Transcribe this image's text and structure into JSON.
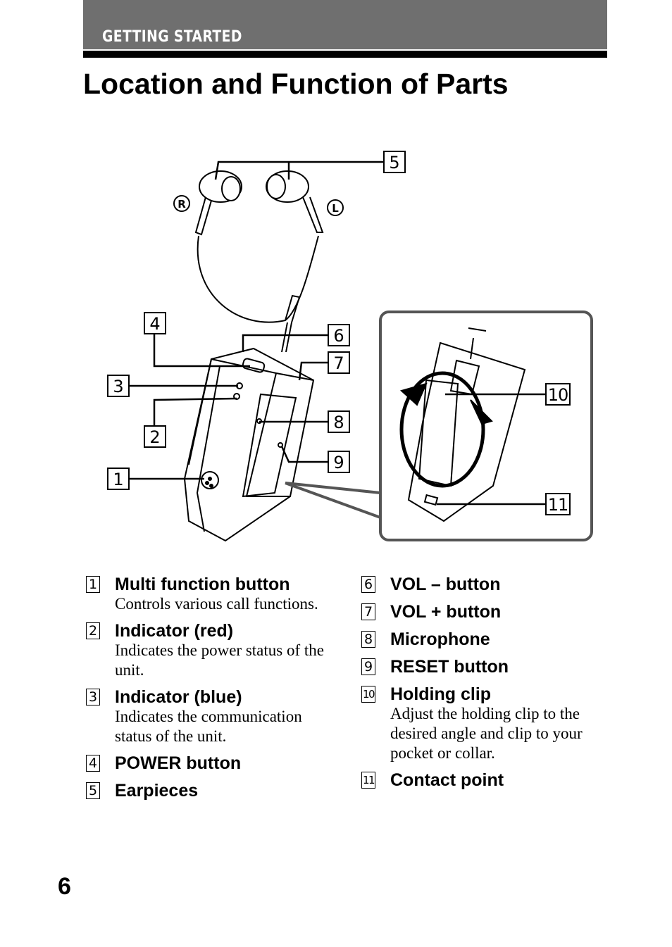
{
  "header": {
    "section": "GETTING STARTED"
  },
  "title": "Location and Function of Parts",
  "figure": {
    "side_labels": {
      "right": "R",
      "left": "L"
    },
    "callouts": [
      "1",
      "2",
      "3",
      "4",
      "5",
      "6",
      "7",
      "8",
      "9",
      "10",
      "11"
    ]
  },
  "parts_left": [
    {
      "num": "1",
      "name": "Multi function button",
      "desc": "Controls various call functions."
    },
    {
      "num": "2",
      "name": "Indicator (red)",
      "desc": "Indicates the power status of the unit."
    },
    {
      "num": "3",
      "name": "Indicator (blue)",
      "desc": "Indicates the communication status of the unit."
    },
    {
      "num": "4",
      "name": "POWER button",
      "desc": ""
    },
    {
      "num": "5",
      "name": "Earpieces",
      "desc": ""
    }
  ],
  "parts_right": [
    {
      "num": "6",
      "name": "VOL – button",
      "desc": ""
    },
    {
      "num": "7",
      "name": "VOL + button",
      "desc": ""
    },
    {
      "num": "8",
      "name": "Microphone",
      "desc": ""
    },
    {
      "num": "9",
      "name": "RESET button",
      "desc": ""
    },
    {
      "num": "10",
      "name": "Holding clip",
      "desc": "Adjust the holding clip to the desired angle and clip to your pocket or collar."
    },
    {
      "num": "11",
      "name": "Contact point",
      "desc": ""
    }
  ],
  "page_number": "6"
}
